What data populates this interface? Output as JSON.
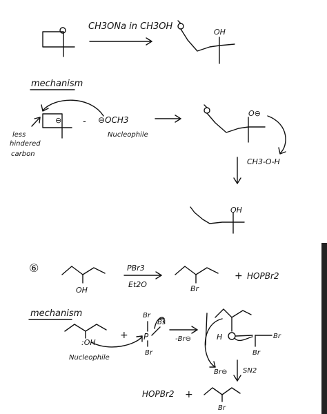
{
  "reaction1": {
    "reagent": "CH3ONa in CH3OH",
    "product_label": "OH"
  },
  "mechanism1": {
    "heading": "mechanism",
    "epoxide_charge": "⊖",
    "dash": "-",
    "nucleophile_symbol": "⊖OCH3",
    "nucleophile_label": "Nucleophile",
    "note_line1": "less",
    "note_line2": "hindered",
    "note_line3": "carbon",
    "alkoxide_charge": "O⊖",
    "proton_source": "CH3-O-H",
    "final_label": "OH"
  },
  "reaction2": {
    "number": "⑥",
    "reactant_label": "OH",
    "reagent_top": "PBr3",
    "reagent_bottom": "Et2O",
    "product_label": "Br",
    "plus": "+",
    "byproduct": "HOPBr2"
  },
  "mechanism2": {
    "heading": "mechanism",
    "hydroxyl_label": ":OH",
    "nucleophile_label": "Nucleophile",
    "plus": "+",
    "pbr3_br_top": "Br",
    "pbr3_br_right": "Bs",
    "pbr3_br_bottom": "Br",
    "phosphorus": "P",
    "loss": "-Br⊖",
    "intermediate_h": "H",
    "intermediate_br_right": "Br",
    "intermediate_br_bottom": "Br",
    "bromide": "Br⊖",
    "step_label": "SN2",
    "final_byproduct": "HOPBr2",
    "final_plus": "+",
    "final_product_label": "Br"
  }
}
